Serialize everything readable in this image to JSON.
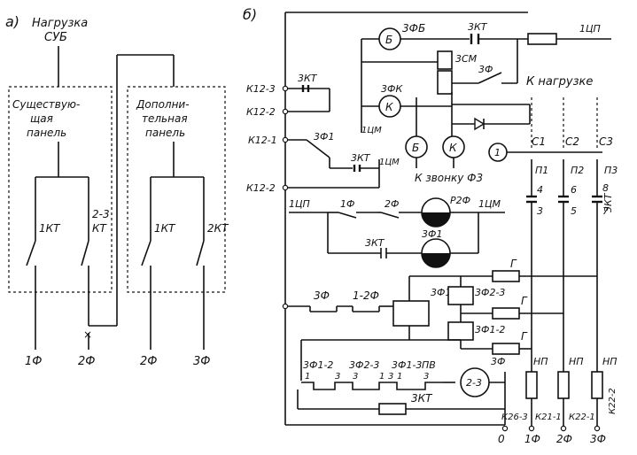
{
  "panel_a": {
    "label": "а)",
    "title_line1": "Нагрузка",
    "title_line2": "СУБ",
    "existing_panel": [
      "Существую-",
      "щая",
      "панель"
    ],
    "additional_panel": [
      "Дополни-",
      "тельная",
      "панель"
    ],
    "switches": [
      "1КТ",
      "2-3",
      "КТ",
      "1КТ",
      "2КТ"
    ],
    "cross_mark": "×",
    "phases": [
      "1Ф",
      "2Ф",
      "2Ф",
      "3Ф"
    ]
  },
  "panel_b": {
    "label": "б)",
    "to_load": "К нагрузке",
    "to_bell": "К звонку Ф3",
    "terminals_left": [
      "К12-3",
      "К12-2",
      "К12-1",
      "К12-2"
    ],
    "top": {
      "lamp_b": "Б",
      "lamp_b_label": "3ФБ",
      "contact_3kt": "3КТ",
      "label_1cp": "1ЦП",
      "coil_3cm": "3СМ",
      "coil_3f": "3Ф",
      "lamp_k": "К",
      "lamp_k_label": "3ФК",
      "contact_3kt_left": "3КТ",
      "label_1cm_left": "1ЦМ",
      "lamp_b2": "Б",
      "lamp_k2": "К",
      "contact_3f1": "3Ф1",
      "contact_3kt_mid": "3КТ",
      "label_1cm_mid": "1ЦМ"
    },
    "middle": {
      "label_1cp": "1ЦП",
      "contact_1f": "1Ф",
      "contact_2f": "2Ф",
      "relay_label": "Р2Ф",
      "label_1cm": "1ЦМ",
      "relay_3f1": "3Ф1",
      "contact_3kt": "3КТ"
    },
    "right": {
      "circle": "1",
      "breakers": [
        "С1",
        "С2",
        "С3"
      ],
      "contacts": [
        "П1",
        "П2",
        "П3"
      ],
      "numbers_upper": [
        "4",
        "6",
        "8"
      ],
      "numbers_lower": [
        "3",
        "5",
        "7"
      ],
      "label_3kt": "3КТ",
      "g_labels": [
        "Г",
        "Г",
        "Г"
      ],
      "np_labels": [
        "НП",
        "НП",
        "НП"
      ],
      "bottom_terminals": [
        "К26-3",
        "К21-1",
        "К22-1",
        "К22-2"
      ]
    },
    "lower": {
      "contact_3f": "3Ф",
      "contact_12f": "1-2Ф",
      "coil_3f13": "3Ф1-3",
      "coil_3f23": "3Ф2-3",
      "coil_3f12": "3Ф1-2",
      "chain_labels": [
        "3Ф1-2",
        "3Ф2-3",
        "3Ф1-3"
      ],
      "chain_numbers": [
        "1",
        "3",
        "3",
        "1",
        "3",
        "1",
        "3"
      ],
      "pv": "ПВ",
      "coil_23": "2-3",
      "coil_23_label": "3Ф",
      "resistor_3kt": "3КТ"
    },
    "bottom_labels": [
      "0",
      "1Ф",
      "2Ф",
      "3Ф"
    ]
  }
}
